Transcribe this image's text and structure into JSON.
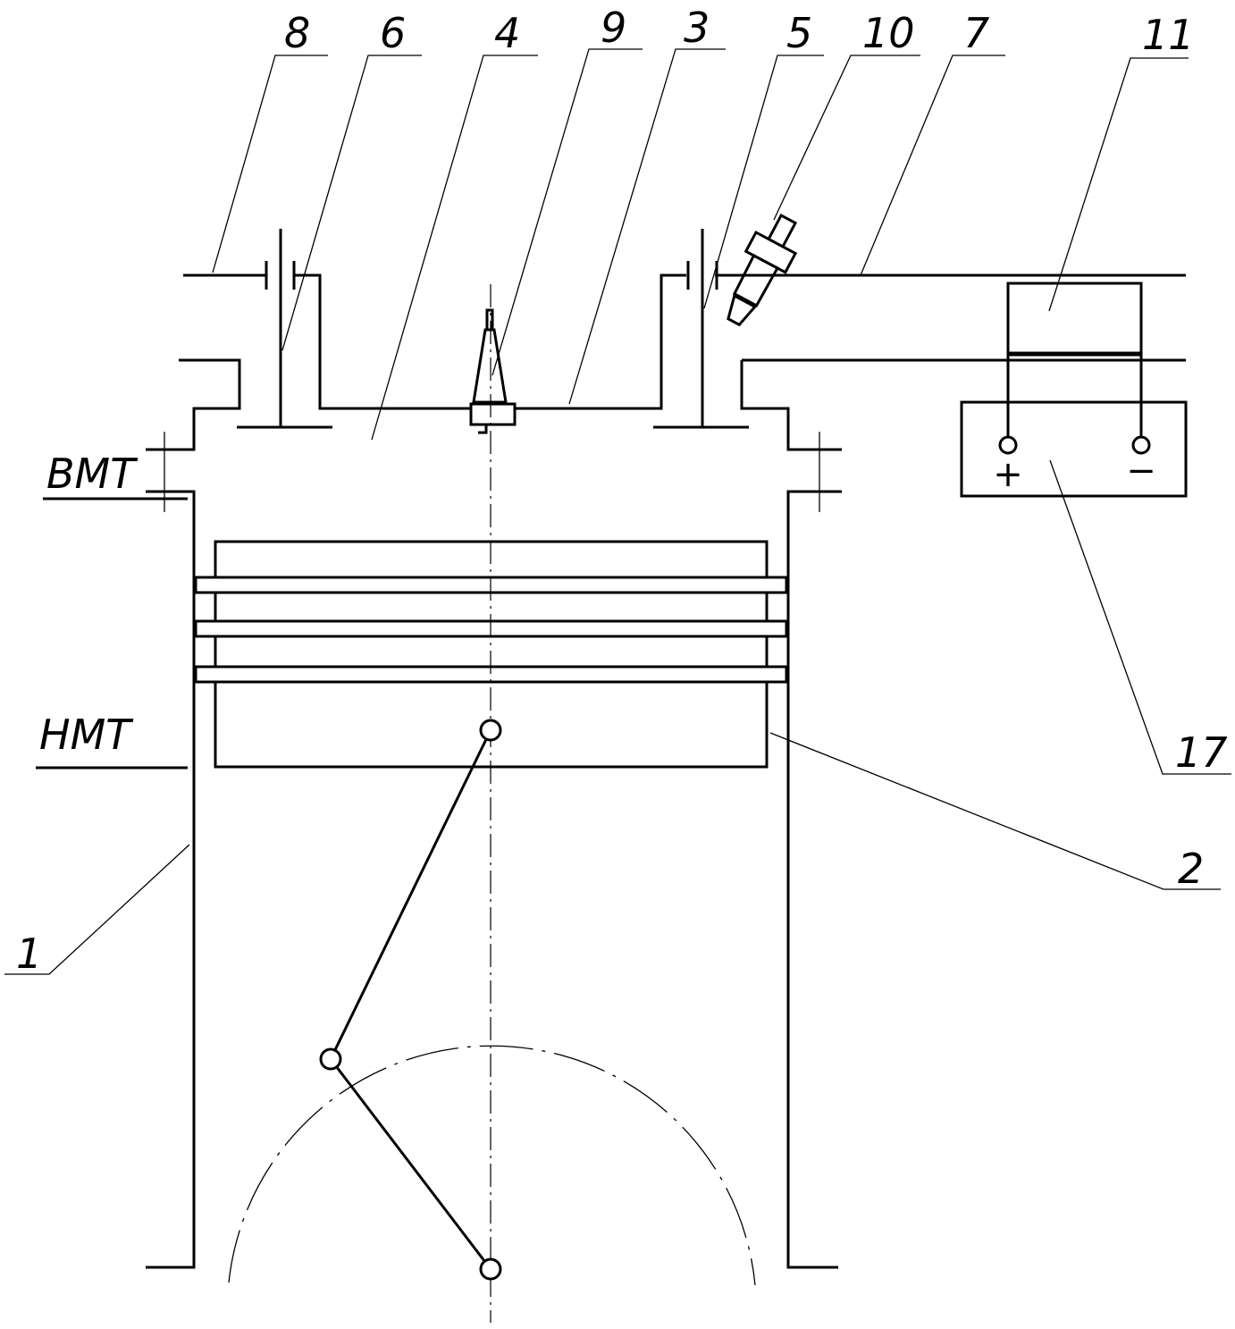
{
  "labels": {
    "n8": "8",
    "n6": "6",
    "n4": "4",
    "n9": "9",
    "n3": "3",
    "n5": "5",
    "n10": "10",
    "n7": "7",
    "n11": "11",
    "n17": "17",
    "n2": "2",
    "n1": "1",
    "vmt": "ВМТ",
    "nmt": "НМТ"
  },
  "battery": {
    "plus": "+",
    "minus": "−"
  },
  "colors": {
    "ink": "#000000",
    "paper": "#ffffff"
  }
}
